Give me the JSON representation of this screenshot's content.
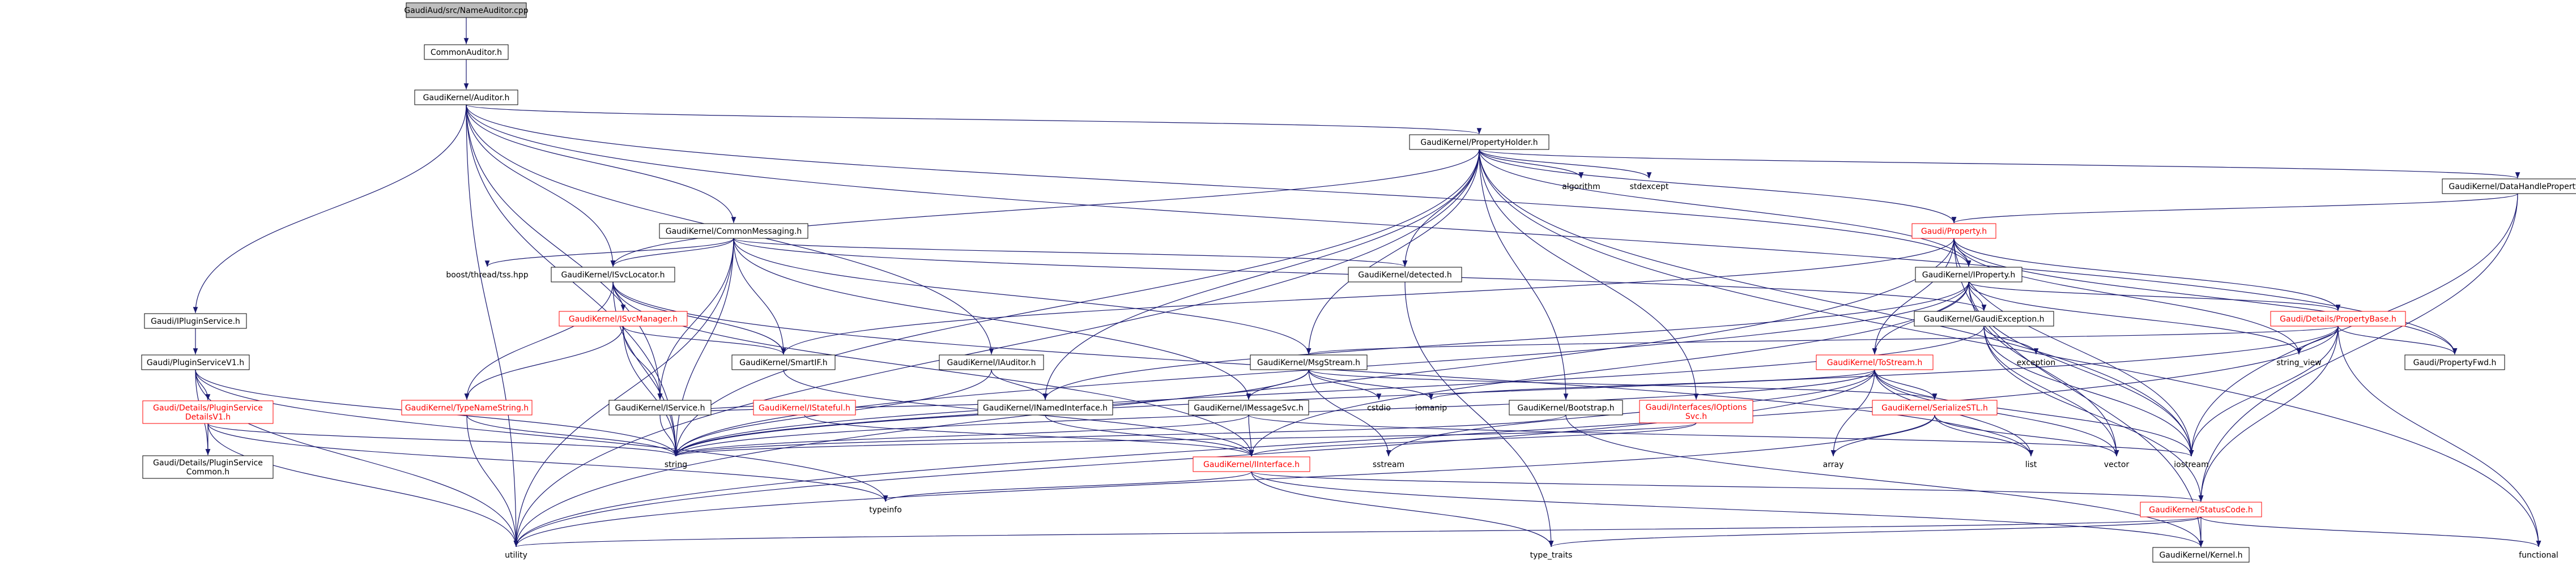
{
  "graph": {
    "title": "GaudiAud/src/NameAuditor.cpp",
    "colors": {
      "edge": "#191970",
      "node_border": "#000000",
      "node_fill": "#ffffff",
      "root_fill": "#bfbfbf",
      "incomplete_border": "#ff0000",
      "incomplete_text": "#ff0000",
      "text": "#000000",
      "plain_text": "#000000"
    },
    "nodes": [
      {
        "id": "root",
        "label": "GaudiAud/src/NameAuditor.cpp",
        "kind": "root"
      },
      {
        "id": "commonauditor",
        "label": "CommonAuditor.h",
        "kind": "box"
      },
      {
        "id": "gk_auditor",
        "label": "GaudiKernel/Auditor.h",
        "kind": "box"
      },
      {
        "id": "propertyholder",
        "label": "GaudiKernel/PropertyHolder.h",
        "kind": "box"
      },
      {
        "id": "algorithm",
        "label": "algorithm",
        "kind": "plain"
      },
      {
        "id": "stdexcept",
        "label": "stdexcept",
        "kind": "plain"
      },
      {
        "id": "datahandleproperty",
        "label": "GaudiKernel/DataHandleProperty.h",
        "kind": "box"
      },
      {
        "id": "commonmessaging",
        "label": "GaudiKernel/CommonMessaging.h",
        "kind": "box"
      },
      {
        "id": "property",
        "label": "Gaudi/Property.h",
        "kind": "incomplete"
      },
      {
        "id": "boostthreads",
        "label": "boost/thread/tss.hpp",
        "kind": "plain"
      },
      {
        "id": "isvclocator",
        "label": "GaudiKernel/ISvcLocator.h",
        "kind": "box"
      },
      {
        "id": "detected",
        "label": "GaudiKernel/detected.h",
        "kind": "box"
      },
      {
        "id": "iproperty",
        "label": "GaudiKernel/IProperty.h",
        "kind": "box"
      },
      {
        "id": "ipluginservice",
        "label": "Gaudi/IPluginService.h",
        "kind": "box"
      },
      {
        "id": "isvcmanager",
        "label": "GaudiKernel/ISvcManager.h",
        "kind": "incomplete"
      },
      {
        "id": "gaudiexception",
        "label": "GaudiKernel/GaudiException.h",
        "kind": "box"
      },
      {
        "id": "propertybase",
        "label": "Gaudi/Details/PropertyBase.h",
        "kind": "incomplete"
      },
      {
        "id": "pluginservicev1",
        "label": "Gaudi/PluginServiceV1.h",
        "kind": "box"
      },
      {
        "id": "smartif",
        "label": "GaudiKernel/SmartIF.h",
        "kind": "box"
      },
      {
        "id": "iauditor",
        "label": "GaudiKernel/IAuditor.h",
        "kind": "box"
      },
      {
        "id": "msgstream",
        "label": "GaudiKernel/MsgStream.h",
        "kind": "box"
      },
      {
        "id": "exception",
        "label": "exception",
        "kind": "plain"
      },
      {
        "id": "tostream",
        "label": "GaudiKernel/ToStream.h",
        "kind": "incomplete"
      },
      {
        "id": "string_view",
        "label": "string_view",
        "kind": "plain"
      },
      {
        "id": "propertyfwd",
        "label": "Gaudi/PropertyFwd.h",
        "kind": "box"
      },
      {
        "id": "isvcmanager_iservice",
        "label": "GaudiKernel/IService.h",
        "kind": "box"
      },
      {
        "id": "pluginservicedetailsv1",
        "label": "Gaudi/Details/PluginService\nDetailsV1.h",
        "kind": "incomplete"
      },
      {
        "id": "istateful",
        "label": "GaudiKernel/IStateful.h",
        "kind": "incomplete"
      },
      {
        "id": "inamedinterface",
        "label": "GaudiKernel/INamedInterface.h",
        "kind": "box"
      },
      {
        "id": "imessagesvc",
        "label": "GaudiKernel/IMessageSvc.h",
        "kind": "box"
      },
      {
        "id": "cstdio",
        "label": "cstdio",
        "kind": "plain"
      },
      {
        "id": "iomanip",
        "label": "iomanip",
        "kind": "plain"
      },
      {
        "id": "bootstrap",
        "label": "GaudiKernel/Bootstrap.h",
        "kind": "box"
      },
      {
        "id": "ioptionssvc",
        "label": "Gaudi/Interfaces/IOptions\nSvc.h",
        "kind": "incomplete"
      },
      {
        "id": "serializestl",
        "label": "GaudiKernel/SerializeSTL.h",
        "kind": "incomplete"
      },
      {
        "id": "typenamestring",
        "label": "GaudiKernel/TypeNameString.h",
        "kind": "incomplete"
      },
      {
        "id": "pluginservicecommon",
        "label": "Gaudi/Details/PluginService\nCommon.h",
        "kind": "box"
      },
      {
        "id": "string",
        "label": "string",
        "kind": "plain"
      },
      {
        "id": "sstream",
        "label": "sstream",
        "kind": "plain"
      },
      {
        "id": "array",
        "label": "array",
        "kind": "plain"
      },
      {
        "id": "list",
        "label": "list",
        "kind": "plain"
      },
      {
        "id": "vector",
        "label": "vector",
        "kind": "plain"
      },
      {
        "id": "iostream",
        "label": "iostream",
        "kind": "plain"
      },
      {
        "id": "iinterface",
        "label": "GaudiKernel/IInterface.h",
        "kind": "incomplete"
      },
      {
        "id": "typeinfo",
        "label": "typeinfo",
        "kind": "plain"
      },
      {
        "id": "statuscode",
        "label": "GaudiKernel/StatusCode.h",
        "kind": "incomplete"
      },
      {
        "id": "utility",
        "label": "utility",
        "kind": "plain"
      },
      {
        "id": "type_traits",
        "label": "type_traits",
        "kind": "plain"
      },
      {
        "id": "kernel",
        "label": "GaudiKernel/Kernel.h",
        "kind": "box"
      },
      {
        "id": "functional",
        "label": "functional",
        "kind": "plain"
      }
    ],
    "edges": [
      [
        "root",
        "commonauditor"
      ],
      [
        "commonauditor",
        "gk_auditor"
      ],
      [
        "gk_auditor",
        "propertyholder"
      ],
      [
        "gk_auditor",
        "commonmessaging"
      ],
      [
        "gk_auditor",
        "isvclocator"
      ],
      [
        "gk_auditor",
        "iproperty"
      ],
      [
        "gk_auditor",
        "ipluginservice"
      ],
      [
        "gk_auditor",
        "iauditor"
      ],
      [
        "gk_auditor",
        "isvcmanager_iservice"
      ],
      [
        "gk_auditor",
        "string"
      ],
      [
        "gk_auditor",
        "utility"
      ],
      [
        "gk_auditor",
        "propertyfwd"
      ],
      [
        "propertyholder",
        "algorithm"
      ],
      [
        "propertyholder",
        "stdexcept"
      ],
      [
        "propertyholder",
        "datahandleproperty"
      ],
      [
        "propertyholder",
        "property"
      ],
      [
        "propertyholder",
        "detected"
      ],
      [
        "propertyholder",
        "iproperty"
      ],
      [
        "propertyholder",
        "isvclocator"
      ],
      [
        "propertyholder",
        "msgstream"
      ],
      [
        "propertyholder",
        "inamedinterface"
      ],
      [
        "propertyholder",
        "bootstrap"
      ],
      [
        "propertyholder",
        "ioptionssvc"
      ],
      [
        "propertyholder",
        "iostream"
      ],
      [
        "propertyholder",
        "functional"
      ],
      [
        "propertyholder",
        "utility"
      ],
      [
        "propertyholder",
        "string"
      ],
      [
        "datahandleproperty",
        "property"
      ],
      [
        "datahandleproperty",
        "iostream"
      ],
      [
        "datahandleproperty",
        "statuscode"
      ],
      [
        "commonmessaging",
        "boostthreads"
      ],
      [
        "commonmessaging",
        "isvclocator"
      ],
      [
        "commonmessaging",
        "detected"
      ],
      [
        "commonmessaging",
        "smartif"
      ],
      [
        "commonmessaging",
        "msgstream"
      ],
      [
        "commonmessaging",
        "imessagesvc"
      ],
      [
        "commonmessaging",
        "isvcmanager_iservice"
      ],
      [
        "commonmessaging",
        "gaudiexception"
      ],
      [
        "commonmessaging",
        "string"
      ],
      [
        "commonmessaging",
        "utility"
      ],
      [
        "property",
        "iproperty"
      ],
      [
        "property",
        "propertybase"
      ],
      [
        "property",
        "tostream"
      ],
      [
        "property",
        "string_view"
      ],
      [
        "property",
        "propertyfwd"
      ],
      [
        "property",
        "smartif"
      ],
      [
        "property",
        "utility"
      ],
      [
        "property",
        "iostream"
      ],
      [
        "property",
        "kernel"
      ],
      [
        "isvclocator",
        "isvcmanager"
      ],
      [
        "isvclocator",
        "smartif"
      ],
      [
        "isvclocator",
        "typenamestring"
      ],
      [
        "isvclocator",
        "list"
      ],
      [
        "isvclocator",
        "string"
      ],
      [
        "isvclocator",
        "iinterface"
      ],
      [
        "detected",
        "type_traits"
      ],
      [
        "iproperty",
        "gaudiexception"
      ],
      [
        "iproperty",
        "propertybase"
      ],
      [
        "iproperty",
        "tostream"
      ],
      [
        "iproperty",
        "inamedinterface"
      ],
      [
        "iproperty",
        "string_view"
      ],
      [
        "iproperty",
        "vector"
      ],
      [
        "iproperty",
        "iostream"
      ],
      [
        "iproperty",
        "string"
      ],
      [
        "iproperty",
        "iinterface"
      ],
      [
        "ipluginservice",
        "pluginservicev1"
      ],
      [
        "pluginservicev1",
        "pluginservicedetailsv1"
      ],
      [
        "pluginservicev1",
        "pluginservicecommon"
      ],
      [
        "pluginservicev1",
        "string"
      ],
      [
        "pluginservicev1",
        "typeinfo"
      ],
      [
        "pluginservicev1",
        "utility"
      ],
      [
        "pluginservicedetailsv1",
        "pluginservicecommon"
      ],
      [
        "pluginservicedetailsv1",
        "string"
      ],
      [
        "pluginservicedetailsv1",
        "typeinfo"
      ],
      [
        "pluginservicedetailsv1",
        "utility"
      ],
      [
        "isvcmanager",
        "isvcmanager_iservice"
      ],
      [
        "isvcmanager",
        "smartif"
      ],
      [
        "isvcmanager",
        "typenamestring"
      ],
      [
        "isvcmanager",
        "string"
      ],
      [
        "gaudiexception",
        "exception"
      ],
      [
        "gaudiexception",
        "statuscode"
      ],
      [
        "gaudiexception",
        "string"
      ],
      [
        "gaudiexception",
        "iostream"
      ],
      [
        "gaudiexception",
        "vector"
      ],
      [
        "propertybase",
        "string_view"
      ],
      [
        "propertybase",
        "propertyfwd"
      ],
      [
        "propertybase",
        "iostream"
      ],
      [
        "propertybase",
        "string"
      ],
      [
        "propertybase",
        "statuscode"
      ],
      [
        "propertybase",
        "functional"
      ],
      [
        "propertybase",
        "utility"
      ],
      [
        "propertybase",
        "msgstream"
      ],
      [
        "smartif",
        "iinterface"
      ],
      [
        "iauditor",
        "inamedinterface"
      ],
      [
        "iauditor",
        "string"
      ],
      [
        "msgstream",
        "imessagesvc"
      ],
      [
        "msgstream",
        "serializestl"
      ],
      [
        "msgstream",
        "cstdio"
      ],
      [
        "msgstream",
        "iomanip"
      ],
      [
        "msgstream",
        "sstream"
      ],
      [
        "msgstream",
        "string"
      ],
      [
        "tostream",
        "serializestl"
      ],
      [
        "tostream",
        "array"
      ],
      [
        "tostream",
        "list"
      ],
      [
        "tostream",
        "vector"
      ],
      [
        "tostream",
        "iostream"
      ],
      [
        "tostream",
        "sstream"
      ],
      [
        "tostream",
        "iomanip"
      ],
      [
        "tostream",
        "string"
      ],
      [
        "tostream",
        "utility"
      ],
      [
        "isvcmanager_iservice",
        "istateful"
      ],
      [
        "isvcmanager_iservice",
        "inamedinterface"
      ],
      [
        "isvcmanager_iservice",
        "string"
      ],
      [
        "istateful",
        "iinterface"
      ],
      [
        "inamedinterface",
        "iinterface"
      ],
      [
        "imessagesvc",
        "iinterface"
      ],
      [
        "imessagesvc",
        "iostream"
      ],
      [
        "imessagesvc",
        "string"
      ],
      [
        "bootstrap",
        "kernel"
      ],
      [
        "bootstrap",
        "string"
      ],
      [
        "ioptionssvc",
        "string"
      ],
      [
        "ioptionssvc",
        "iinterface"
      ],
      [
        "serializestl",
        "array"
      ],
      [
        "serializestl",
        "list"
      ],
      [
        "serializestl",
        "vector"
      ],
      [
        "serializestl",
        "utility"
      ],
      [
        "typenamestring",
        "string"
      ],
      [
        "typenamestring",
        "utility"
      ],
      [
        "iinterface",
        "typeinfo"
      ],
      [
        "iinterface",
        "statuscode"
      ],
      [
        "iinterface",
        "kernel"
      ],
      [
        "iinterface",
        "type_traits"
      ],
      [
        "statuscode",
        "functional"
      ],
      [
        "statuscode",
        "kernel"
      ],
      [
        "statuscode",
        "type_traits"
      ],
      [
        "statuscode",
        "utility"
      ]
    ]
  }
}
